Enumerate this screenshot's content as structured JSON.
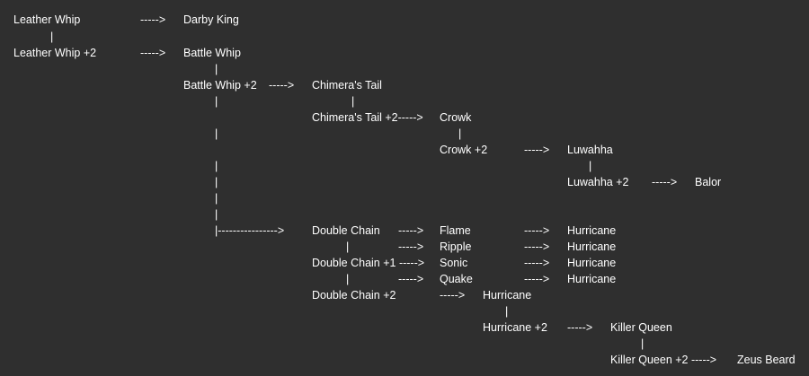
{
  "items": [
    {
      "name": "leather-whip",
      "text": "Leather Whip"
    },
    {
      "name": "arrow-1",
      "text": "----->"
    },
    {
      "name": "darby-king",
      "text": "Darby King"
    },
    {
      "name": "pipe-1",
      "text": "|"
    },
    {
      "name": "leather-whip-2",
      "text": "Leather Whip +2"
    },
    {
      "name": "arrow-2",
      "text": "----->"
    },
    {
      "name": "battle-whip",
      "text": "Battle Whip"
    },
    {
      "name": "pipe-2",
      "text": "|"
    },
    {
      "name": "battle-whip-2",
      "text": "Battle Whip +2"
    },
    {
      "name": "arrow-3",
      "text": "----->"
    },
    {
      "name": "chimeras-tail",
      "text": "Chimera's Tail"
    },
    {
      "name": "pipe-3",
      "text": "|"
    },
    {
      "name": "pipe-4",
      "text": "|"
    },
    {
      "name": "chimeras-tail-2",
      "text": "Chimera's Tail +2----->"
    },
    {
      "name": "crowk",
      "text": "Crowk"
    },
    {
      "name": "pipe-5",
      "text": "|"
    },
    {
      "name": "pipe-6",
      "text": "|"
    },
    {
      "name": "crowk-2",
      "text": "Crowk +2"
    },
    {
      "name": "arrow-4",
      "text": "----->"
    },
    {
      "name": "luwahha",
      "text": "Luwahha"
    },
    {
      "name": "pipe-7",
      "text": "|"
    },
    {
      "name": "pipe-8",
      "text": "|"
    },
    {
      "name": "pipe-9",
      "text": "|"
    },
    {
      "name": "luwahha-2",
      "text": "Luwahha +2"
    },
    {
      "name": "arrow-5",
      "text": "----->"
    },
    {
      "name": "balor",
      "text": "Balor"
    },
    {
      "name": "pipe-10",
      "text": "|"
    },
    {
      "name": "pipe-11",
      "text": "|"
    },
    {
      "name": "long-arrow",
      "text": "|---------------->"
    },
    {
      "name": "double-chain",
      "text": "Double Chain"
    },
    {
      "name": "arrow-6",
      "text": "----->"
    },
    {
      "name": "flame",
      "text": "Flame"
    },
    {
      "name": "arrow-7",
      "text": "----->"
    },
    {
      "name": "hurricane-1",
      "text": "Hurricane"
    },
    {
      "name": "pipe-12",
      "text": "|"
    },
    {
      "name": "arrow-8",
      "text": "----->"
    },
    {
      "name": "ripple",
      "text": "Ripple"
    },
    {
      "name": "arrow-9",
      "text": "----->"
    },
    {
      "name": "hurricane-2",
      "text": "Hurricane"
    },
    {
      "name": "double-chain-1",
      "text": "Double Chain +1 ----->"
    },
    {
      "name": "sonic",
      "text": "Sonic"
    },
    {
      "name": "arrow-10",
      "text": "----->"
    },
    {
      "name": "hurricane-3",
      "text": "Hurricane"
    },
    {
      "name": "pipe-13",
      "text": "|"
    },
    {
      "name": "arrow-11",
      "text": "----->"
    },
    {
      "name": "quake",
      "text": "Quake"
    },
    {
      "name": "arrow-12",
      "text": "----->"
    },
    {
      "name": "hurricane-4",
      "text": "Hurricane"
    },
    {
      "name": "double-chain-2",
      "text": "Double Chain +2"
    },
    {
      "name": "arrow-13",
      "text": "----->"
    },
    {
      "name": "hurricane-5",
      "text": "Hurricane"
    },
    {
      "name": "pipe-14",
      "text": "|"
    },
    {
      "name": "hurricane-6",
      "text": "Hurricane +2"
    },
    {
      "name": "arrow-14",
      "text": "----->"
    },
    {
      "name": "killer-queen",
      "text": "Killer Queen"
    },
    {
      "name": "pipe-15",
      "text": "|"
    },
    {
      "name": "killer-queen-2",
      "text": "Killer Queen +2 ----->"
    },
    {
      "name": "zeus-beard",
      "text": "Zeus Beard"
    }
  ]
}
